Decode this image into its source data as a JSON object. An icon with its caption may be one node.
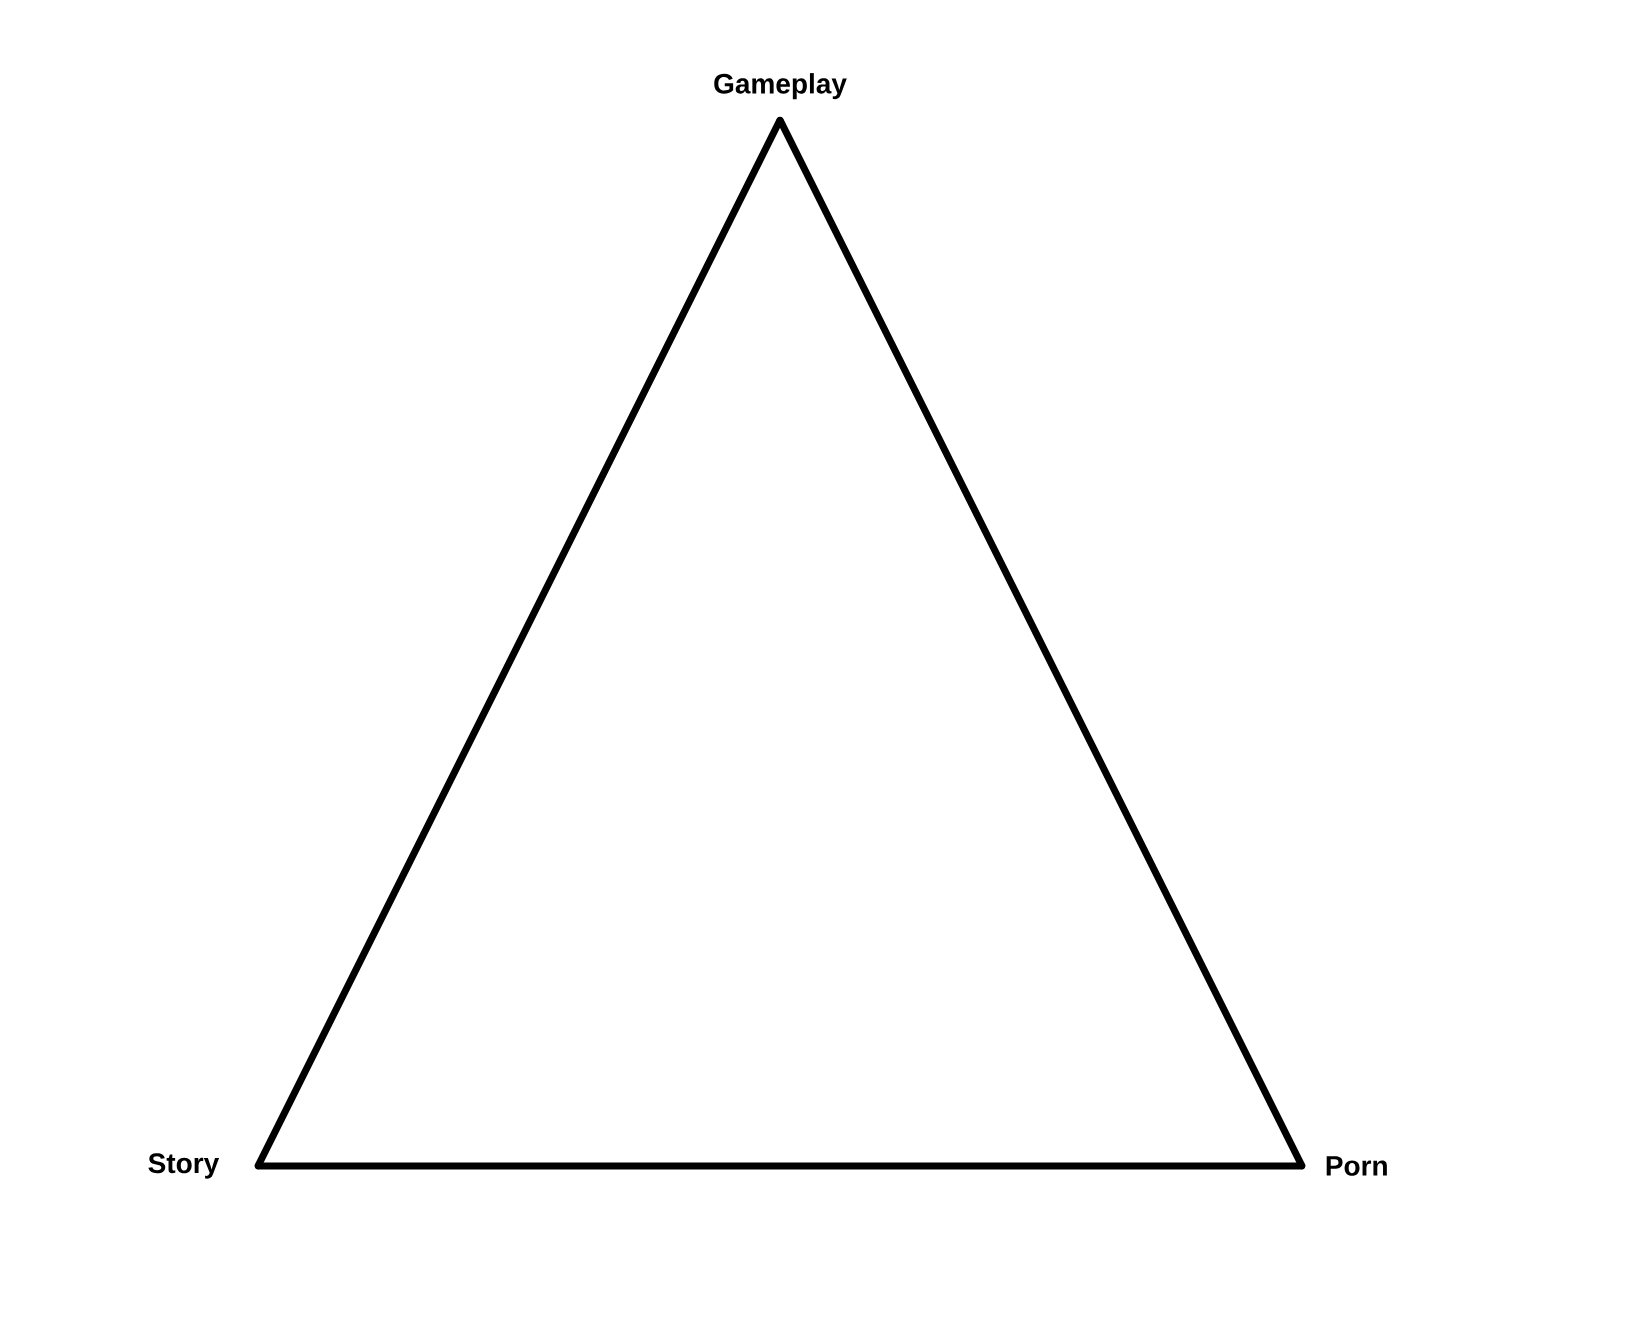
{
  "diagram": {
    "nodes": [
      {
        "text": [
          "Gameplay"
        ]
      },
      {
        "text": [
          "Story"
        ]
      },
      {
        "text": [
          "Porn"
        ]
      }
    ],
    "edges": [
      {
        "from": 0,
        "to": 1,
        "arrow": "none"
      },
      {
        "from": 1,
        "to": 2,
        "arrow": "none"
      },
      {
        "from": 2,
        "to": 0,
        "arrow": "none"
      }
    ]
  }
}
